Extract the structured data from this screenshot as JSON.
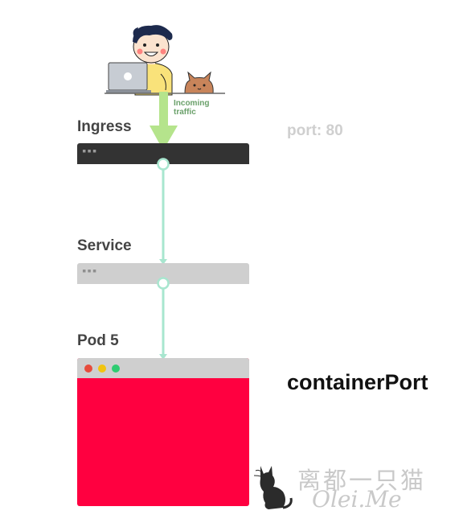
{
  "traffic": {
    "label_line1": "Incoming",
    "label_line2": "traffic"
  },
  "ingress": {
    "label": "Ingress",
    "bar_dots": "▪▪▪"
  },
  "port_label": "port: 80",
  "service": {
    "label": "Service",
    "bar_dots": "▪▪▪"
  },
  "pod": {
    "label": "Pod 5",
    "window_dot_colors": [
      "#e74c3c",
      "#f1c40f",
      "#2ecc71"
    ],
    "body_color": "#ff0040"
  },
  "container_port_label": "containerPort",
  "watermark": {
    "chinese": "离都一只猫",
    "english": "Olei.Me"
  },
  "colors": {
    "arrow": "#b5e48c",
    "connector": "#a8e6cf",
    "ingress_bar": "#333333",
    "service_bar": "#cfcfcf"
  },
  "icons": [
    "person-icon",
    "laptop-icon",
    "cat-icon",
    "cat-silhouette-icon"
  ]
}
